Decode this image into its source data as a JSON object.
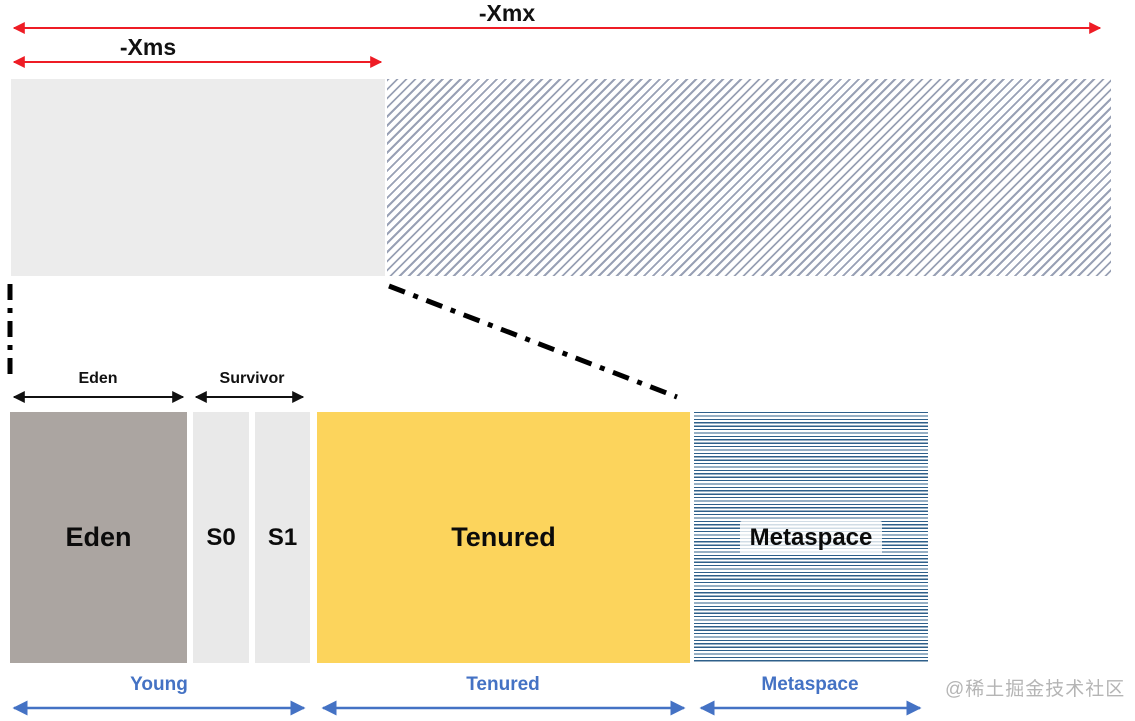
{
  "arrows": {
    "xmx_label": "-Xmx",
    "xms_label": "-Xms"
  },
  "generation_labels": {
    "eden": "Eden",
    "survivor": "Survivor"
  },
  "regions": {
    "eden": "Eden",
    "s0": "S0",
    "s1": "S1",
    "tenured": "Tenured",
    "metaspace": "Metaspace"
  },
  "bottom_labels": {
    "young": "Young",
    "tenured": "Tenured",
    "metaspace": "Metaspace"
  },
  "watermark": "@稀土掘金技术社区",
  "colors": {
    "red_arrow": "#ee1c25",
    "blue_accent": "#4472c4",
    "eden_fill": "#aba5a1",
    "survivor_fill": "#e9e9e9",
    "tenured_fill": "#fcd45c",
    "heap_fill": "#ececec",
    "hatch_line": "#99a1b5",
    "metaspace_line": "#2e5f8a",
    "watermark_gray": "#b5b5b5"
  }
}
